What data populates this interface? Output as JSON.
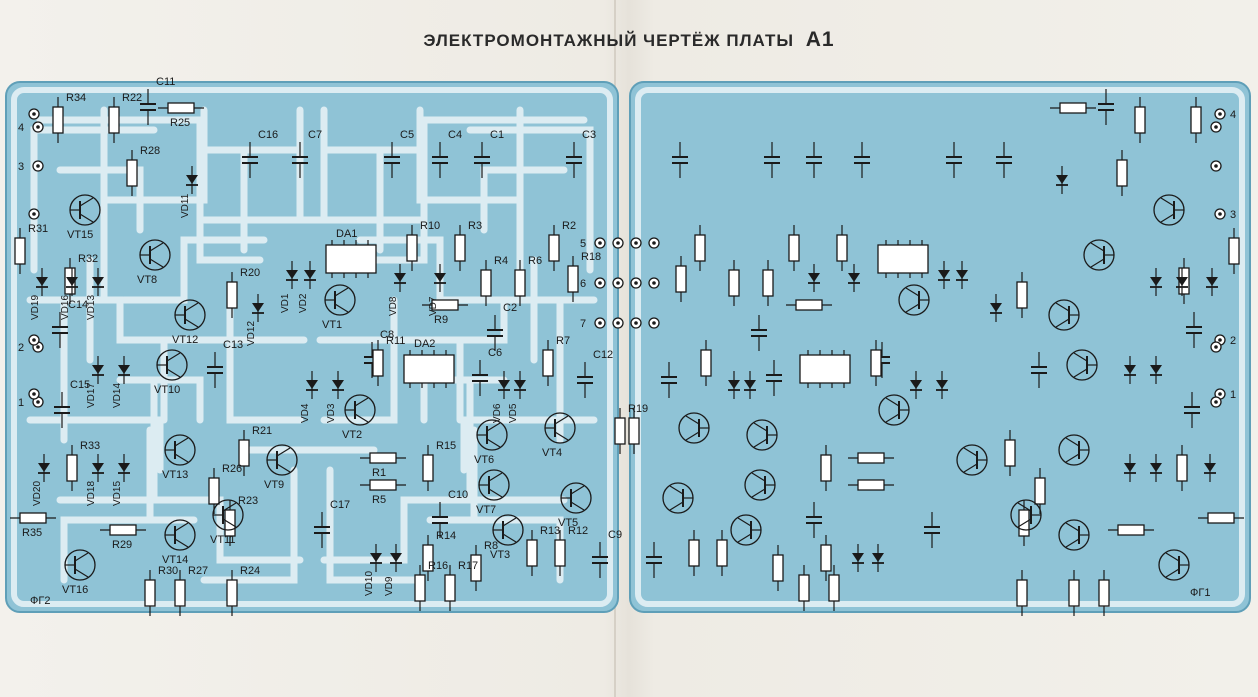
{
  "title": {
    "text": "ЭЛЕКТРОМОНТАЖНЫЙ ЧЕРТЁЖ ПЛАТЫ",
    "board": "А1"
  },
  "colors": {
    "board": "#8fc3d6",
    "board_light": "#b7d9e5",
    "trace": "#dcecf2",
    "ink": "#1a1a1a",
    "paper": "#f1efea"
  },
  "left_board": {
    "pins": [
      "4",
      "3",
      "2",
      "1",
      "5",
      "6",
      "7"
    ],
    "capacitors": [
      "C11",
      "C16",
      "C7",
      "C5",
      "C4",
      "C1",
      "C3",
      "C14",
      "C15",
      "C13",
      "C8",
      "C2",
      "C12",
      "C6",
      "C10",
      "C17",
      "C9"
    ],
    "resistors": [
      "R25",
      "R34",
      "R22",
      "R28",
      "R31",
      "R32",
      "R20",
      "R10",
      "R3",
      "R2",
      "R18",
      "R4",
      "R6",
      "R9",
      "R11",
      "R7",
      "R21",
      "R1",
      "R15",
      "R5",
      "R26",
      "R23",
      "R33",
      "R35",
      "R29",
      "R14",
      "R8",
      "R30",
      "R27",
      "R24",
      "R16",
      "R17",
      "R13",
      "R12",
      "R19"
    ],
    "transistors": [
      "VT15",
      "VT8",
      "VT12",
      "VT10",
      "VT13",
      "VT14",
      "VT11",
      "VT16",
      "VT1",
      "VT2",
      "VT9",
      "VT6",
      "VT7",
      "VT4",
      "VT5",
      "VT3"
    ],
    "diodes": [
      "VD11",
      "VD19",
      "VD16",
      "VD13",
      "VD12",
      "VD1",
      "VD2",
      "VD8",
      "VD7",
      "VD17",
      "VD14",
      "VD20",
      "VD15",
      "VD18",
      "VD4",
      "VD3",
      "VD6",
      "VD5",
      "VD10",
      "VD9"
    ],
    "ics": [
      "DA1",
      "DA2"
    ],
    "marker": "ФГ2"
  },
  "right_board": {
    "pins": [
      "5",
      "6",
      "7",
      "4",
      "3",
      "2",
      "1"
    ],
    "marker": "ФГ1"
  }
}
